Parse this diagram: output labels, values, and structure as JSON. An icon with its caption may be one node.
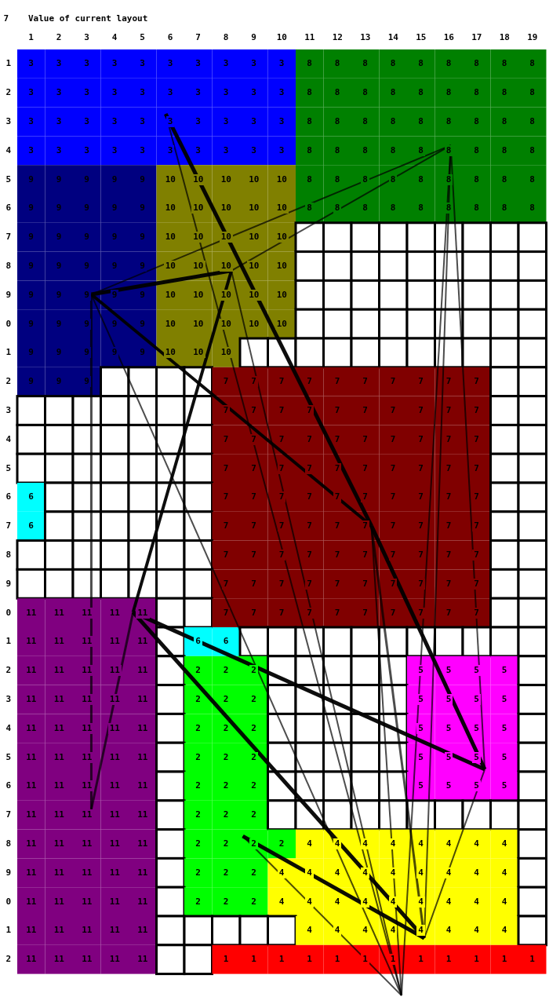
{
  "diagram": {
    "title": "Value of current layout",
    "labels": [
      "7",
      "1",
      "2",
      "3",
      "4",
      "5",
      "6",
      "7",
      "8",
      "9",
      "10",
      "11",
      "12",
      "13",
      "14",
      "15",
      "16",
      "17",
      "18",
      "19",
      "1",
      "3",
      "3",
      "3",
      "3",
      "3",
      "3",
      "3",
      "3",
      "3",
      "3",
      "8",
      "8",
      "8",
      "8",
      "8",
      "8",
      "8",
      "8",
      "8",
      "2",
      "3",
      "3",
      "3",
      "3",
      "3",
      "3",
      "3",
      "3",
      "3",
      "3",
      "8",
      "8",
      "8",
      "8",
      "8",
      "8",
      "8",
      "8",
      "8",
      "3",
      "3",
      "3",
      "3",
      "3",
      "3",
      "3",
      "3",
      "3",
      "3",
      "3",
      "8",
      "8",
      "8",
      "8",
      "8",
      "8",
      "8",
      "8",
      "8",
      "4",
      "3",
      "3",
      "3",
      "3",
      "3",
      "3",
      "3",
      "3",
      "3",
      "3",
      "8",
      "8",
      "8",
      "8",
      "8",
      "8",
      "8",
      "8",
      "8",
      "5",
      "9",
      "9",
      "9",
      "9",
      "9",
      "10",
      "10",
      "10",
      "10",
      "10",
      "8",
      "8",
      "8",
      "8",
      "8",
      "8",
      "8",
      "8",
      "8",
      "6",
      "9",
      "9",
      "9",
      "9",
      "9",
      "10",
      "10",
      "10",
      "10",
      "10",
      "8",
      "8",
      "8",
      "8",
      "8",
      "8",
      "8",
      "8",
      "8",
      "7",
      "9",
      "9",
      "9",
      "9",
      "9",
      "10",
      "10",
      "10",
      "10",
      "10",
      "8",
      "9",
      "9",
      "9",
      "9",
      "9",
      "10",
      "10",
      "10",
      "10",
      "10",
      "9",
      "9",
      "9",
      "9",
      "9",
      "9",
      "10",
      "10",
      "10",
      "10",
      "10",
      "0",
      "9",
      "9",
      "9",
      "9",
      "9",
      "10",
      "10",
      "10",
      "10",
      "10",
      "1",
      "9",
      "9",
      "9",
      "9",
      "9",
      "10",
      "10",
      "10",
      "2",
      "9",
      "9",
      "9",
      "7",
      "7",
      "7",
      "7",
      "7",
      "7",
      "7",
      "7",
      "7",
      "7",
      "3",
      "7",
      "7",
      "7",
      "7",
      "7",
      "7",
      "7",
      "7",
      "7",
      "7",
      "4",
      "7",
      "7",
      "7",
      "7",
      "7",
      "7",
      "7",
      "7",
      "7",
      "7",
      "5",
      "7",
      "7",
      "7",
      "7",
      "7",
      "7",
      "7",
      "7",
      "7",
      "7",
      "6",
      "6",
      "7",
      "7",
      "7",
      "7",
      "7",
      "7",
      "7",
      "7",
      "7",
      "7",
      "7",
      "6",
      "7",
      "7",
      "7",
      "7",
      "7",
      "7",
      "7",
      "7",
      "7",
      "7",
      "8",
      "7",
      "7",
      "7",
      "7",
      "7",
      "7",
      "7",
      "7",
      "7",
      "7",
      "9",
      "7",
      "7",
      "7",
      "7",
      "7",
      "7",
      "7",
      "7",
      "7",
      "7",
      "0",
      "11",
      "11",
      "11",
      "11",
      "11",
      "7",
      "7",
      "7",
      "7",
      "7",
      "7",
      "7",
      "7",
      "7",
      "7",
      "1",
      "11",
      "11",
      "11",
      "11",
      "11",
      "6",
      "6",
      "2",
      "11",
      "11",
      "11",
      "11",
      "11",
      "2",
      "2",
      "2",
      "5",
      "5",
      "5",
      "5",
      "3",
      "11",
      "11",
      "11",
      "11",
      "11",
      "2",
      "2",
      "2",
      "5",
      "5",
      "5",
      "5",
      "4",
      "11",
      "11",
      "11",
      "11",
      "11",
      "2",
      "2",
      "2",
      "5",
      "5",
      "5",
      "5",
      "5",
      "11",
      "11",
      "11",
      "11",
      "11",
      "2",
      "2",
      "2",
      "5",
      "5",
      "5",
      "5",
      "6",
      "11",
      "11",
      "11",
      "11",
      "11",
      "2",
      "2",
      "2",
      "5",
      "5",
      "5",
      "5",
      "7",
      "11",
      "11",
      "11",
      "11",
      "11",
      "2",
      "2",
      "2",
      "8",
      "11",
      "11",
      "11",
      "11",
      "11",
      "2",
      "2",
      "2",
      "2",
      "4",
      "4",
      "4",
      "4",
      "4",
      "4",
      "4",
      "4",
      "9",
      "11",
      "11",
      "11",
      "11",
      "11",
      "2",
      "2",
      "2",
      "4",
      "4",
      "4",
      "4",
      "4",
      "4",
      "4",
      "4",
      "4",
      "0",
      "11",
      "11",
      "11",
      "11",
      "11",
      "2",
      "2",
      "2",
      "4",
      "4",
      "4",
      "4",
      "4",
      "4",
      "4",
      "4",
      "4",
      "1",
      "11",
      "11",
      "11",
      "11",
      "11",
      "4",
      "4",
      "4",
      "4",
      "4",
      "4",
      "4",
      "4",
      "2",
      "11",
      "11",
      "11",
      "11",
      "11",
      "1",
      "1",
      "1",
      "1",
      "1",
      "1",
      "1",
      "1",
      "1",
      "1",
      "1",
      "1"
    ]
  }
}
